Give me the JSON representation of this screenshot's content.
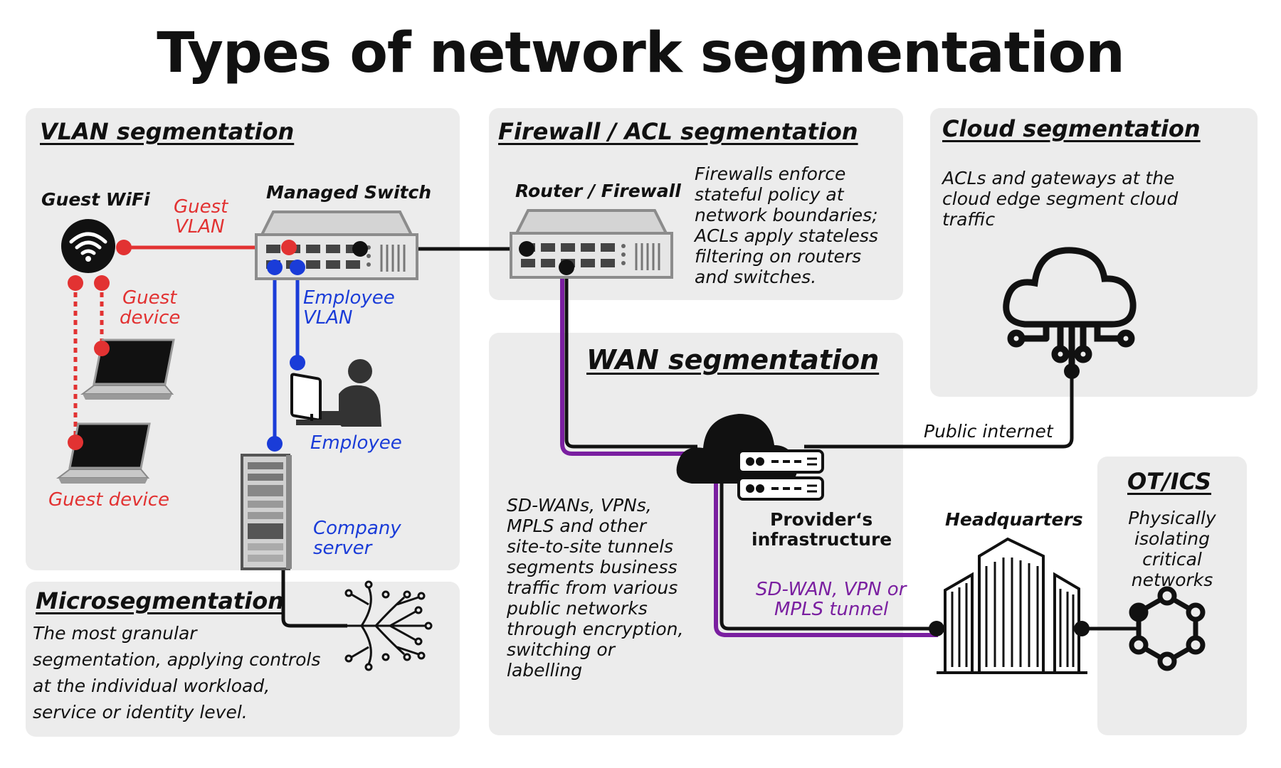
{
  "title": "Types of network segmentation",
  "colors": {
    "guest": "#e23232",
    "employee": "#1a3cd8",
    "tunnel": "#7a1fa0",
    "link": "#111111",
    "panel": "#ececec"
  },
  "vlan": {
    "heading": "VLAN segmentation",
    "guest_wifi": "Guest WiFi",
    "managed_switch": "Managed Switch",
    "guest_vlan_1": "Guest",
    "guest_vlan_2": "VLAN",
    "guest_device_1": "Guest",
    "guest_device_2": "device",
    "employee_vlan_1": "Employee",
    "employee_vlan_2": "VLAN",
    "employee": "Employee",
    "guest_device": "Guest device",
    "company_server_1": "Company",
    "company_server_2": "server"
  },
  "micro": {
    "heading": "Microsegmentation",
    "lines": [
      "The most granular",
      "segmentation, applying controls",
      "at the individual workload,",
      "service or identity level."
    ]
  },
  "firewall": {
    "heading": "Firewall / ACL segmentation",
    "router": "Router / Firewall",
    "lines": [
      "Firewalls enforce",
      "stateful policy at",
      "network boundaries;",
      "ACLs apply stateless",
      "filtering on routers",
      "and switches."
    ]
  },
  "cloud": {
    "heading": "Cloud segmentation",
    "lines": [
      "ACLs and gateways at the",
      "cloud edge segment cloud",
      "traffic"
    ],
    "public_internet": "Public internet"
  },
  "wan": {
    "heading": "WAN segmentation",
    "lines": [
      "SD-WANs, VPNs,",
      "MPLS and other",
      "site-to-site tunnels",
      "segments business",
      "traffic from various",
      "public networks",
      "through encryption,",
      "switching or",
      "labelling"
    ],
    "provider_1": "Provider‘s",
    "provider_2": "infrastructure",
    "tunnel_1": "SD-WAN, VPN or",
    "tunnel_2": "MPLS tunnel",
    "headquarters": "Headquarters"
  },
  "ot": {
    "heading": "OT/ICS",
    "lines": [
      "Physically",
      "isolating",
      "critical",
      "networks"
    ]
  }
}
